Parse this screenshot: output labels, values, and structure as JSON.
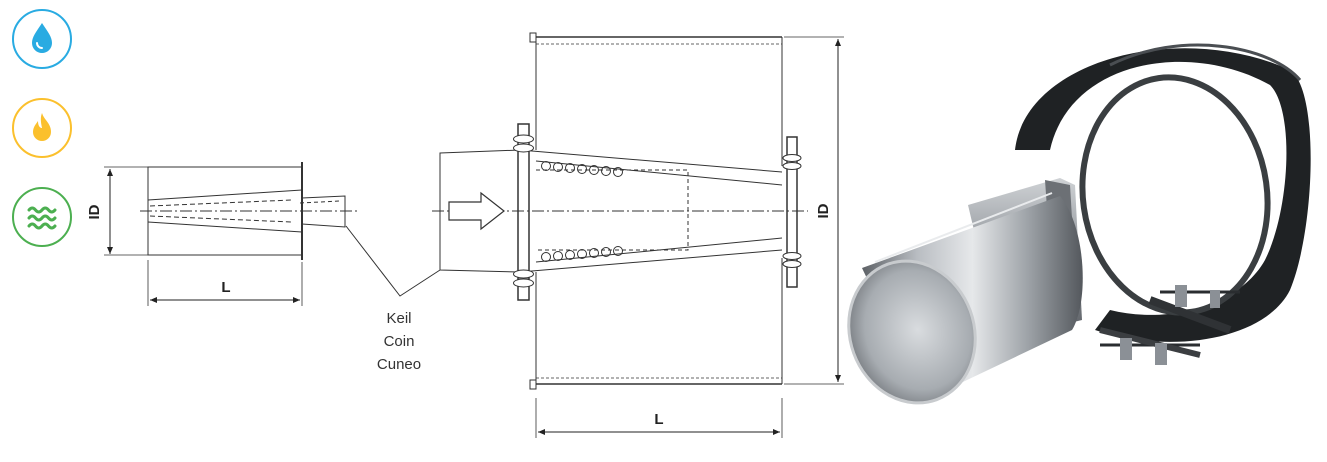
{
  "icons": {
    "water": {
      "name": "water-drop-icon",
      "color": "#29abe2"
    },
    "fire": {
      "name": "flame-icon",
      "color": "#fbc02d"
    },
    "heat": {
      "name": "heat-waves-icon",
      "color": "#4caf50"
    }
  },
  "small_drawing": {
    "id_label": "ID",
    "l_label": "L"
  },
  "callout": {
    "line1": "Keil",
    "line2": "Coin",
    "line3": "Cuneo"
  },
  "large_drawing": {
    "id_label": "ID",
    "l_label": "L"
  }
}
